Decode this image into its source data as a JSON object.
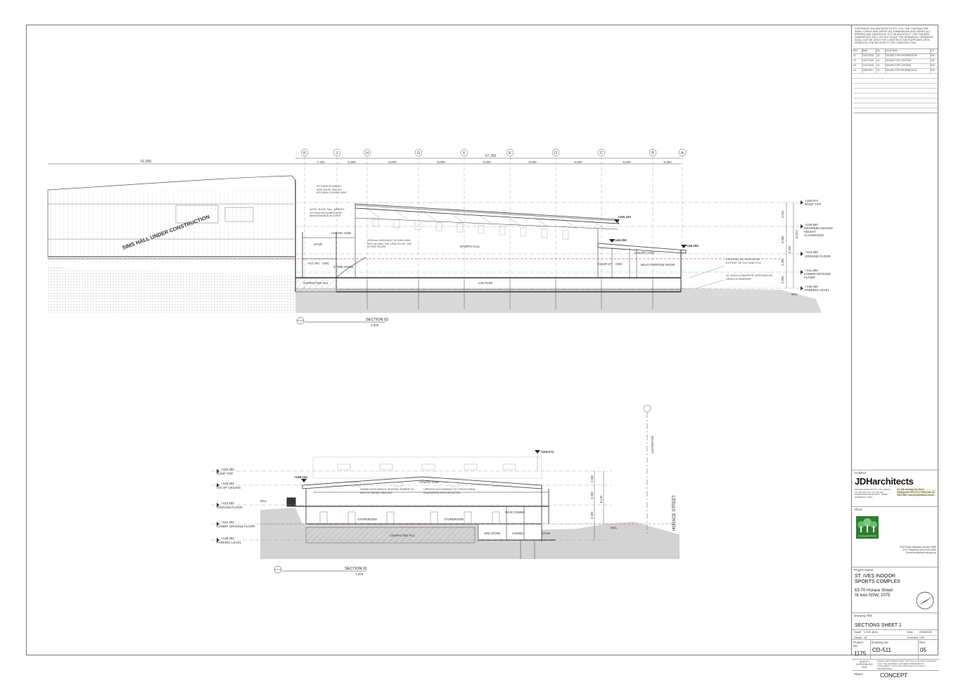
{
  "section02": {
    "title": "SECTION 02",
    "scale": "1:200",
    "gridlines": [
      "K",
      "J",
      "H",
      "G",
      "F",
      "E",
      "D",
      "C",
      "B",
      "A"
    ],
    "spacings": [
      "7,100",
      "5,350",
      "8,000",
      "8,000",
      "8,000",
      "8,000",
      "8,000",
      "8,000",
      "5,350"
    ],
    "overall": "67,350",
    "left_dim": "52,900",
    "construction_note": "SIMS HALL UNDER CONSTRUCTION",
    "rooms": {
      "sports_hall": "SPORTS HALL",
      "car_park": "CAR PARK",
      "compacted_fill": "COMPACTED FILL",
      "ceiling_void": "CEILING VOID",
      "ceiling_void_2": "CEILING VOID",
      "multi_purpose": "MULTI PURPOSE ROOM",
      "circ": "CIRC",
      "circ2": "CIRC",
      "chair_st": "CHAIR ST",
      "store_room": "STORE ROOM",
      "acc_wc": "ACC WC",
      "stair": "STAIR"
    },
    "notes": {
      "kitchen": "KITCHEN EXHAUST 4200 HOOD TBC BY KITCHEN CONSULTANT",
      "roof": "NOTE: ROOF FALL ARREST SYSTEM REQUIRED FOR MAINTENANCE ACCESS",
      "seating": "1200mm HIGH BUILT IN SHELVING INTO ALONG THE LENGTH OF THE STORE ROOM",
      "existing": "EXISTING N/L INDICATED EXTENT OF CUT AND FILL",
      "barrier": "1m HIGH CONCRETE UPSTAND AS VEHICLE BARRIER"
    },
    "levels": [
      {
        "rl": "+160.574",
        "name": "ROOF TOP"
      },
      {
        "rl": "+148.550",
        "name": "MAXIMUM CEILING HEIGHT ALLOWANCE"
      },
      {
        "rl": "+144.550",
        "name": "GROUND FLOOR"
      },
      {
        "rl": "+141.250",
        "name": "LOWER GROUND FLOOR"
      },
      {
        "rl": "+138.450",
        "name": "PARKING LEVEL"
      }
    ],
    "vert_dims": [
      "4,024",
      "5,060",
      "9,300",
      "3,300",
      "2,800",
      "13,324"
    ],
    "tags": [
      "+150.220",
      "+146.250",
      "+146.250"
    ],
    "ngl": "NGL"
  },
  "section01": {
    "title": "SECTION 01",
    "scale": "1:200",
    "top_tag": "+153,074",
    "left_tag": "+146.244",
    "levels": [
      {
        "rl": "+153.490",
        "name": "ROOF TOP"
      },
      {
        "rl": "+148.060",
        "name": "U/S OF CEILING"
      },
      {
        "rl": "+144.550",
        "name": "GROUND FLOOR"
      },
      {
        "rl": "+141.250",
        "name": "LOWER GROUND FLOOR"
      },
      {
        "rl": "+138.450",
        "name": "PARKING LEVEL"
      }
    ],
    "rooms": {
      "ceiling_void": "CEILING VOID",
      "storeroom1": "STOREROOM",
      "storeroom2": "STOREROOM",
      "compacted_fill": "COMPACTED FILL",
      "main_comms": "MAIN COMMS",
      "wm_store": "WM STORE",
      "comms": "COMMS",
      "stair": "STAIR"
    },
    "notes": {
      "bench": "240MM HIGH BENCH SEATING TIMBER TO MATCH TIERED SEATING",
      "structural": "UPRIGHT ACCORDING TO STRUCTURAL ENGINEERS SPECIFICATION"
    },
    "vert_dims": [
      "2,450",
      "3,380",
      "3,300",
      "8,130"
    ],
    "boundary": "BOUNDARY",
    "street": "HORACE STREET",
    "ngl": "NGL",
    "ngl2": "NGL"
  },
  "title_block": {
    "copyright": "COPYRIGHT JDH ARCHITECTS PTY. LTD. THE CONTRACTOR SHALL CHECK AND VERIFY ALL DIMENSIONS AND VERIFY ALL ERRORS AND OMISSIONS TO THE ARCHITECT. USE FIGURED DIMENSIONS ONLY. DO NOT SCALE THE DRAWINGS. DRAWINGS SHALL NOT BE USED FOR CONSTRUCTION PURPOSES UNTIL ISSUED BY THE ARCHITECT FOR CONSTRUCTION.",
    "rev_headers": [
      "Rev",
      "Date",
      "By",
      "Issue Note",
      "Ck"
    ],
    "revisions": [
      [
        "01",
        "10/07/2020",
        "JA",
        "ISSUED FOR INFORMATION",
        "KW"
      ],
      [
        "02",
        "14/07/2020",
        "JA",
        "ISSUED FOR COSTING",
        "KW"
      ],
      [
        "03",
        "27/07/2020",
        "JA",
        "ISSUED FOR COSTING",
        "KW"
      ],
      [
        "04",
        "2/08/2020",
        "JA",
        "ISSUED FOR INFORMATION",
        "KW"
      ]
    ],
    "architect_label": "Architect",
    "firm": "JDHarchitects",
    "firm_address": "JDH ARCHITECTS PTY. LTD. ABN 37 117 022 602 ACN 117 022 602 NOMINATED ARCHITECT: JAMES HARRISON (7450)",
    "firm_contact": "44 Little Darlinghurst Street Darlinghurst NSW 2010 Telephone 02 9281 8687 www.jdharchitects.com.au",
    "client_label": "Client",
    "client_logo_text": "Ku-ring-gai Council",
    "client_address": "818 Pacific Highway Gordon NSW 2072 Telephone (02) 9424 0000 Email kmc@kmc.nsw.gov.au",
    "project_label": "Project Name",
    "project_name": "ST. IVES INDOOR SPORTS COMPLEX",
    "project_address": "63-70 Horace Street St Ives NSW, 2075",
    "drawing_title_label": "Drawing Title",
    "drawing_title": "SECTIONS SHEET 1",
    "scale_label": "Scale",
    "scale": "1:200 @A1",
    "date_label": "Date",
    "date": "2/08/2020",
    "drawn_label": "Drawn",
    "drawn": "JA",
    "checked_label": "Checked",
    "checked": "KW",
    "project_no_label": "Project No.",
    "project_no": "1175",
    "drawing_no_label": "Drawing No.",
    "drawing_no": "CD-511",
    "rev_label": "Rev.",
    "rev": "05",
    "quality": "QUALITY CERTIFIED ISO 9001",
    "quality_note": "INTELLIGENT DESIGN AND THE TOUCH ROUND CONFIRM THAT THE DRAWING HAS BEEN PREPARED IN CONFORMITY WITH JDH ARCHITECTS QUALITY PROCEDURES",
    "status_label": "Status",
    "status": "CONCEPT"
  },
  "colors": {
    "line": "#333333",
    "hatch": "#8a8a8a",
    "ground": "#c8c8c8",
    "red_dash": "#c0392b",
    "logo_green": "#2e7d32"
  }
}
